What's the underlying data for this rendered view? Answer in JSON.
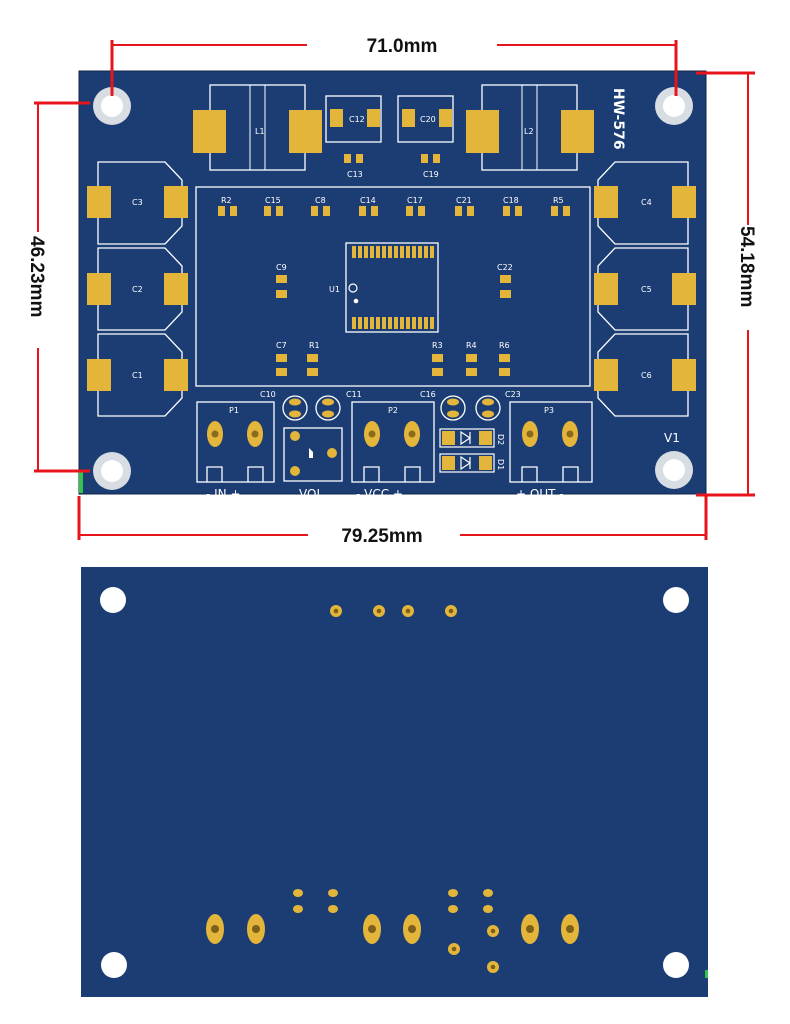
{
  "dimensions": {
    "top_width": "71.0mm",
    "full_width": "79.25mm",
    "right_height": "54.18mm",
    "left_height": "46.23mm"
  },
  "board": {
    "model": "HW-576",
    "v1_label": "V1",
    "components": {
      "L1": "L1",
      "L2": "L2",
      "C12": "C12",
      "C20": "C20",
      "C13": "C13",
      "C19": "C19",
      "C3": "C3",
      "C2": "C2",
      "C1": "C1",
      "C4": "C4",
      "C5": "C5",
      "C6": "C6",
      "R2": "R2",
      "C15": "C15",
      "C8": "C8",
      "C14": "C14",
      "C17": "C17",
      "C21": "C21",
      "C18": "C18",
      "R5": "R5",
      "C9": "C9",
      "C22": "C22",
      "U1": "U1",
      "C7": "C7",
      "R1": "R1",
      "R3": "R3",
      "R4": "R4",
      "R6": "R6",
      "C10": "C10",
      "C11": "C11",
      "C16": "C16",
      "C23": "C23",
      "P1": "P1",
      "P2": "P2",
      "P3": "P3",
      "D1": "D1",
      "D2": "D2"
    },
    "connectors": {
      "in": "-  IN  +",
      "vol": "VOL",
      "vcc": "-  VCC  +",
      "out": "+  OUT  -"
    }
  },
  "colors": {
    "pcb": "#1b3d73",
    "silk": "#ffffff",
    "pad": "#e3b53a",
    "dim": "#e8141b"
  }
}
